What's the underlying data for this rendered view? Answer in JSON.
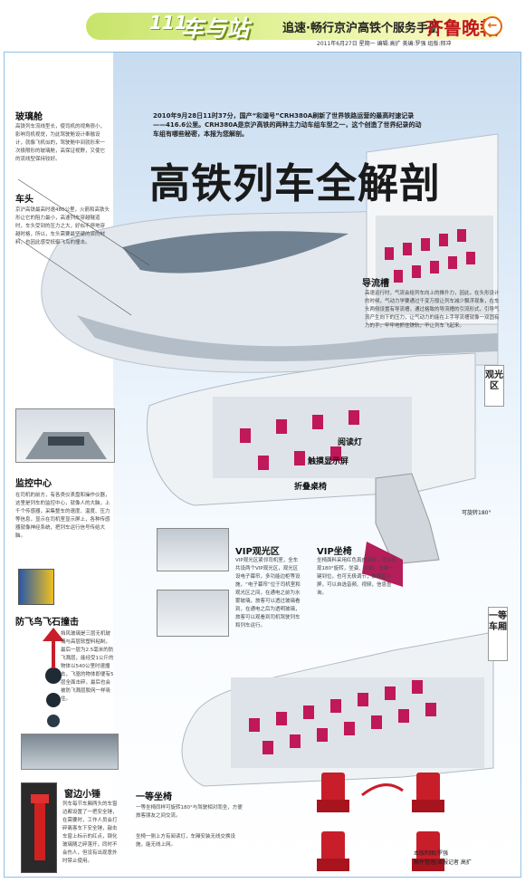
{
  "header": {
    "icon_text": "111",
    "section": "车与站",
    "subtitle": "追速·畅行京沪高铁个服务手册",
    "logo": "齐鲁晚報",
    "meta": "2011年6月27日 星期一 编辑:高扩 美编:罗强 组版:邢冲"
  },
  "intro": "2010年9月28日11时37分，国产“和谐号”CRH380A刷新了世界铁路运营的最高时速记录——416.6公里。CRH380A是京沪高铁的两种主力动车组车型之一，这个创造了世界纪录的动车组有哪些秘密，本报为您解剖。",
  "title": "高铁列车全解剖",
  "glass_cockpit": {
    "label": "玻璃舱",
    "text": "高铁列车流线型长，使司机的视角很小，影响司机视觉，为此驾驶舱设计奉融设计，就像飞机似的，驾驶舱中间就形来一次极限形的玻璃舱，高保证视野，又使它的流线型保持较好。"
  },
  "nose": {
    "label": "车头",
    "text": "京沪高铁最高时速480公里，火箭和高铁头形让它的阻力最小，高速列车穿越隧道时，车头受到的压力之大，好似不停地穿越时格，所以，车头需要最坚硬的资的材料，也因此感受抵御飞鸟的撞击。"
  },
  "flow_groove": {
    "label": "导流槽",
    "text": "高速运行时，气流会给列车向上的推升力，因此，在头形设计的时候，气动力学要通过千变万般让列车减少飘浮现象，在车头两侧设置有导流槽，通过格致的导流槽的引流形式，引导气流产生向下的压力，让气动力的能在上手导流槽就像一双固有力的手，牢牢地抓住铁轨，不让列车飞起来。"
  },
  "sightseeing": {
    "label": "观光区"
  },
  "reading_light": "阅读灯",
  "touch_screen": "触摸显示屏",
  "folding_table": "折叠桌椅",
  "rotate": "可旋转180°",
  "monitor": {
    "label": "监控中心",
    "text": "在司机的前方，有各类仪表盘和操作仪器，这里是列车的监控中心，就像人的大脑，上千个传感器，采集整车的速度、温度、压力等信息，显示在司机室显示屏上，各种传感器就像神经系统，把列车运行信号传给大脑。"
  },
  "bird": {
    "label": "防飞鸟飞石撞击",
    "text": "挡风玻璃是三层无机玻璃与高层软塑料粘制，最后一层为2.5毫米的防飞溅层，能经受1公斤的物体以540公里时速撞击，飞驱的物体即便有5层全面击碎，最后也会被防飞溅层胶网一样吸住。"
  },
  "vip_area": {
    "label": "VIP观光区",
    "text": "VIP观光区紧邻司机室，全车共设两个VIP观光区，观光区设电子幕帘，多功能边柜等设施，“电子幕帘”位于司机室和观光区之间，在通电之前为水雾玻璃，旅客可以透过玻璃看到，在通电之后为透明玻璃，旅客可以观看到司机驾驶列车和列车运行。"
  },
  "vip_seat": {
    "label": "VIP坐椅",
    "text": "坐椅面料采用红色真皮面料，可以实现180°旋转，坐姿、平躺、全躺一键到位，也可无极调节；触摸显示屏，可以自选音频、视频，信息查询。"
  },
  "first_class": {
    "label": "一等车厢"
  },
  "window_hammer": {
    "label": "窗边小锤",
    "text": "列车每节车厢两头的车窗边都设置了一把安全锤，在需要时，工作人员会打碎离客车下安全锤，敲击车窗上标示的红点，钢化玻璃随之碎落开，同时不会伤人，但没有出现意外时禁止使用。"
  },
  "first_seat": {
    "label": "一等坐椅",
    "text1": "一等坐椅同样可旋转180°与驾驶相对而坐，方便旅客朋友之间交流。",
    "text2": "坐椅一侧上方有阅读灯，车厢安装无线交换设施，能无线上网。"
  },
  "credit": {
    "line1": "本版制图/罗强",
    "line2": "稿件整理/本报记者 高扩"
  }
}
